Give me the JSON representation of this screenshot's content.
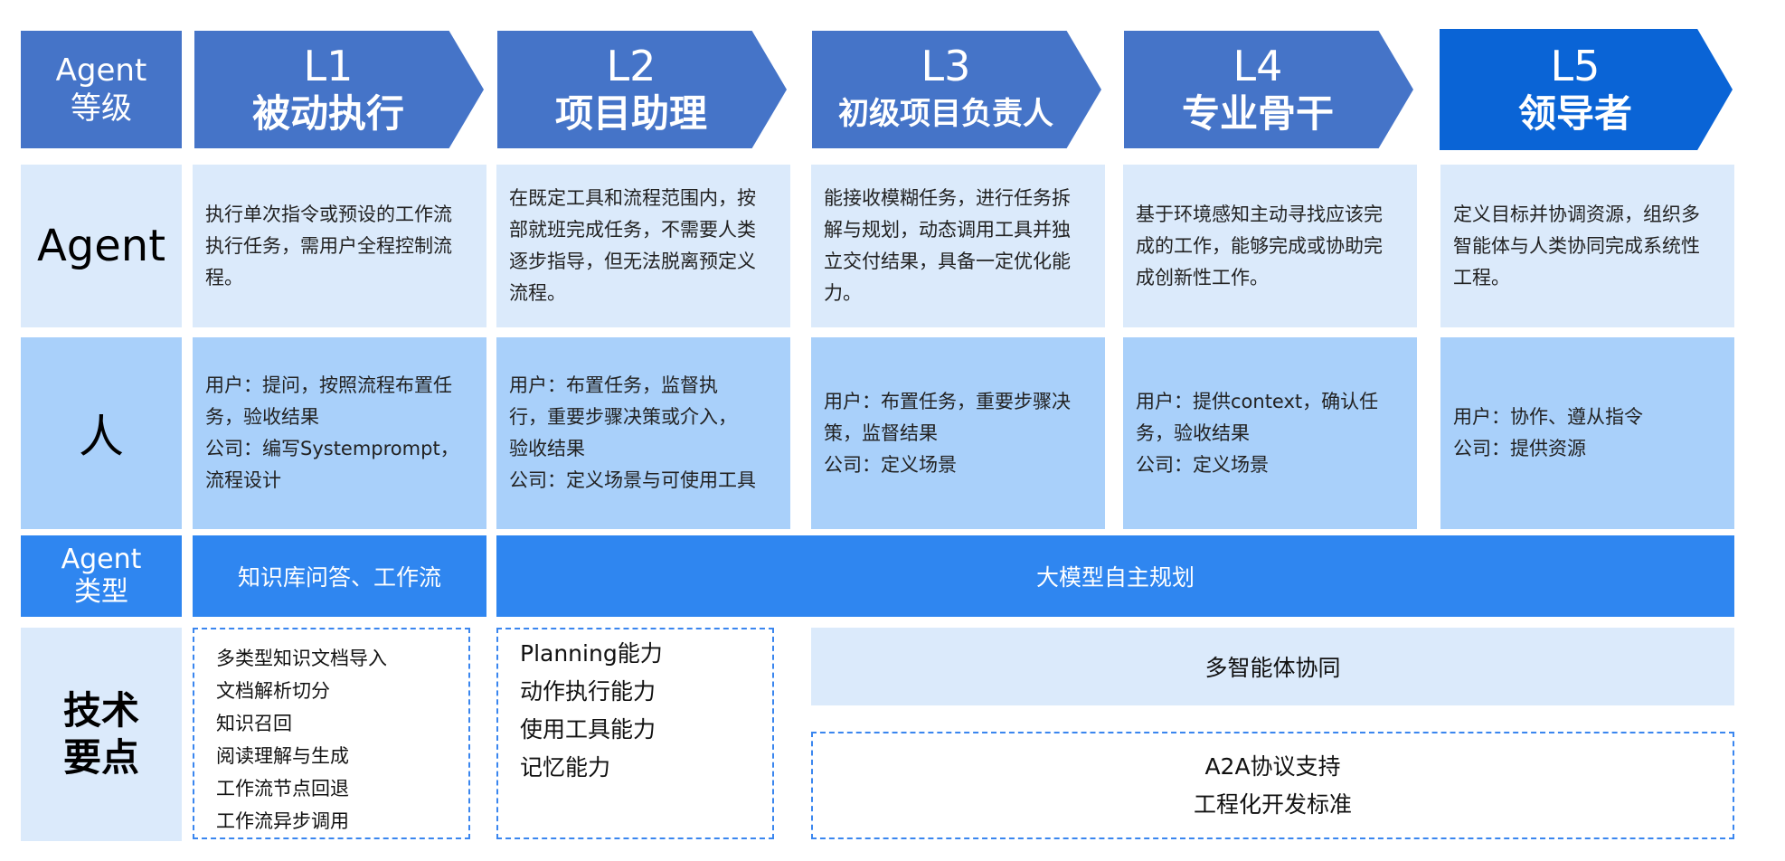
{
  "header": {
    "label_line1": "Agent",
    "label_line2": "等级",
    "levels": [
      {
        "level": "L1",
        "name": "被动执行"
      },
      {
        "level": "L2",
        "name": "项目助理"
      },
      {
        "level": "L3",
        "name": "初级项目负责人"
      },
      {
        "level": "L4",
        "name": "专业骨干"
      },
      {
        "level": "L5",
        "name": "领导者"
      }
    ]
  },
  "rows": {
    "agent": {
      "label": "Agent",
      "cells": [
        "执行单次指令或预设的工作流\n执行任务，需用户全程控制流\n程。",
        "在既定工具和流程范围内，按\n部就班完成任务，不需要人类\n逐步指导，但无法脱离预定义\n流程。",
        "能接收模糊任务，进行任务拆\n解与规划，动态调用工具并独\n立交付结果，具备一定优化能\n力。",
        "基于环境感知主动寻找应该完\n成的工作，能够完成或协助完\n成创新性工作。",
        "定义目标并协调资源，组织多\n智能体与人类协同完成系统性\n工程。"
      ]
    },
    "human": {
      "label": "人",
      "cells": [
        "用户：提问，按照流程布置任\n务，验收结果\n公司：编写Systemprompt，\n流程设计",
        "用户：布置任务，监督执\n行，重要步骤决策或介入，\n验收结果\n公司：定义场景与可使用工具",
        "用户：布置任务，重要步骤决\n策，监督结果\n公司：定义场景",
        "用户：提供context，确认任\n务，验收结果\n公司：定义场景",
        "用户：协作、遵从指令\n公司：提供资源"
      ]
    },
    "agent_type": {
      "label_line1": "Agent",
      "label_line2": "类型",
      "l1": "知识库问答、工作流",
      "l2_to_l5": "大模型自主规划"
    },
    "tech": {
      "label_line1": "技术",
      "label_line2": "要点",
      "l1_items": [
        "多类型知识文档导入",
        "文档解析切分",
        "知识召回",
        "阅读理解与生成",
        "工作流节点回退",
        "工作流异步调用"
      ],
      "l2_items": [
        "Planning能力",
        "动作执行能力",
        "使用工具能力",
        "记忆能力"
      ],
      "multi_agent": "多智能体协同",
      "a2a_line1": "A2A协议支持",
      "a2a_line2": "工程化开发标准"
    }
  },
  "colors": {
    "header_blue": "#4574c8",
    "header_highlight": "#0a64d6",
    "light_blue": "#dbeafb",
    "mid_blue": "#a9d0fa",
    "bright_blue": "#2f86f0"
  }
}
